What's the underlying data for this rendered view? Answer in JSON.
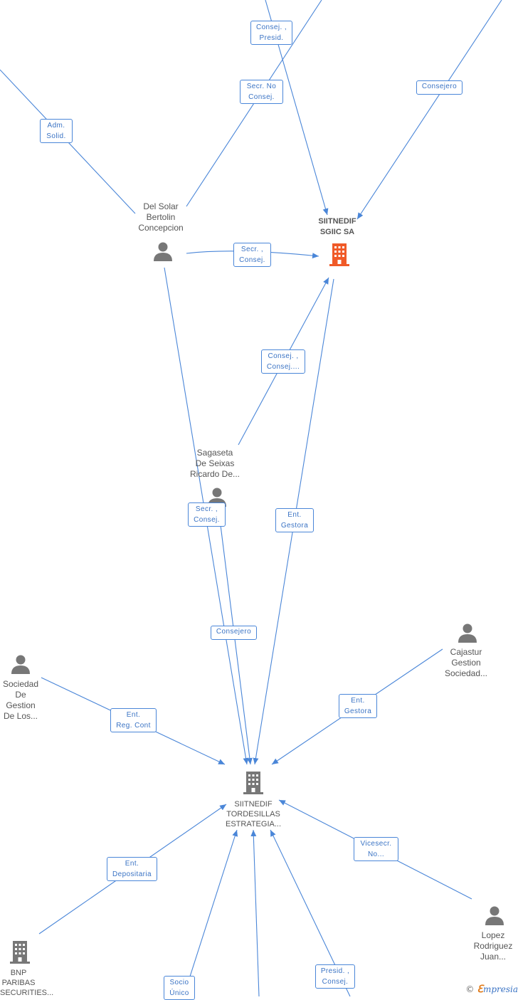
{
  "colors": {
    "edge": "#4a86d8",
    "person_icon": "#777777",
    "company_icon": "#777777",
    "highlight_company": "#f05a28"
  },
  "nodes": {
    "del_solar": "Del Solar\nBertolin\nConcepcion",
    "siitnedif_sgiic": "SIITNEDIF\nSGIIC SA",
    "sagaseta": "Sagaseta\nDe Seixas\nRicardo De...",
    "cajastur": "Cajastur\nGestion\nSociedad...",
    "sociedad_gestion": "Sociedad\nDe Gestion\nDe Los...",
    "siitnedif_tordesillas": "SIITNEDIF\nTORDESILLAS\nESTRATEGIA...",
    "bnp": "BNP\nPARIBAS\nSECURITIES...",
    "lopez": "Lopez\nRodriguez\nJuan..."
  },
  "edge_labels": {
    "consej_presid_top": "Consej. ,\nPresid.",
    "secr_no_consej": "Secr. No\nConsej.",
    "consejero_top": "Consejero",
    "adm_solid": "Adm.\nSolid.",
    "secr_consej_top": "Secr. ,\nConsej.",
    "consej_consej": "Consej. ,\nConsej....",
    "secr_consej_mid": "Secr. ,\nConsej.",
    "ent_gestora_mid": "Ent.\nGestora",
    "consejero_mid": "Consejero",
    "ent_reg_cont": "Ent.\nReg. Cont",
    "ent_gestora_right": "Ent.\nGestora",
    "ent_depositaria": "Ent.\nDepositaria",
    "vicesecr_no": "Vicesecr.\nNo...",
    "socio_unico": "Socio\nÚnico",
    "presid_consej": "Presid. ,\nConsej."
  },
  "footer": {
    "copyright": "©",
    "brand_first": "ℇ",
    "brand_rest": "mpresia"
  }
}
